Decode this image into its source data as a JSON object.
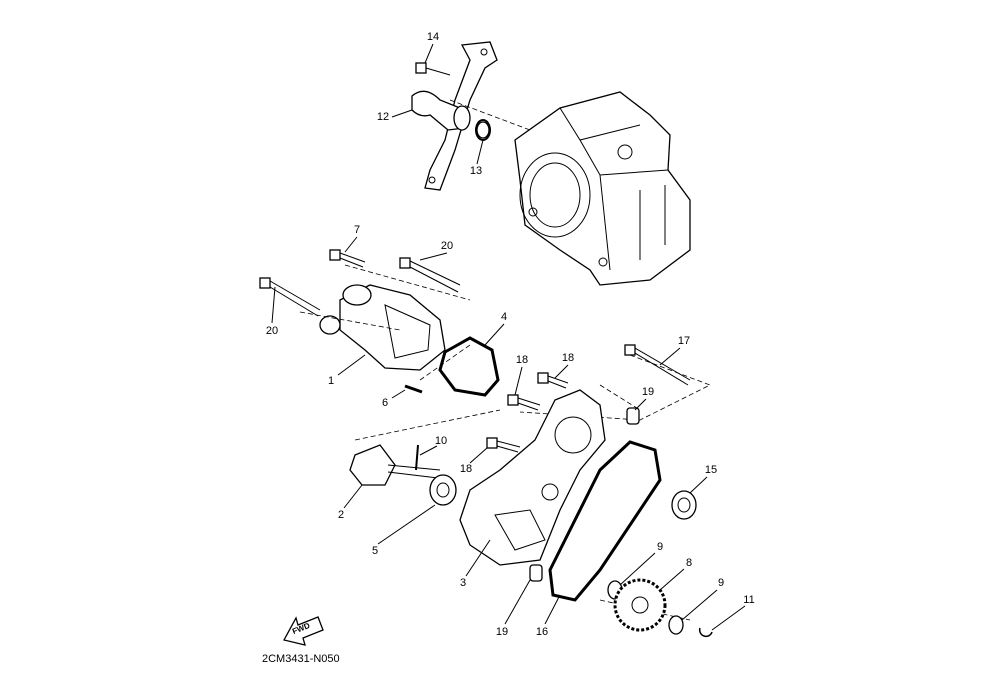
{
  "diagram": {
    "labels": {
      "l14": "14",
      "l12": "12",
      "l13": "13",
      "l7": "7",
      "l20a": "20",
      "l20b": "20",
      "l4": "4",
      "l1": "1",
      "l6": "6",
      "l18a": "18",
      "l18b": "18",
      "l17": "17",
      "l19a": "19",
      "l10": "10",
      "l18c": "18",
      "l15": "15",
      "l2": "2",
      "l5": "5",
      "l3": "3",
      "l9a": "9",
      "l8": "8",
      "l9b": "9",
      "l11": "11",
      "l19b": "19",
      "l16": "16"
    },
    "fwd_label": "FWD",
    "diagram_code": "2CM3431-N050"
  }
}
